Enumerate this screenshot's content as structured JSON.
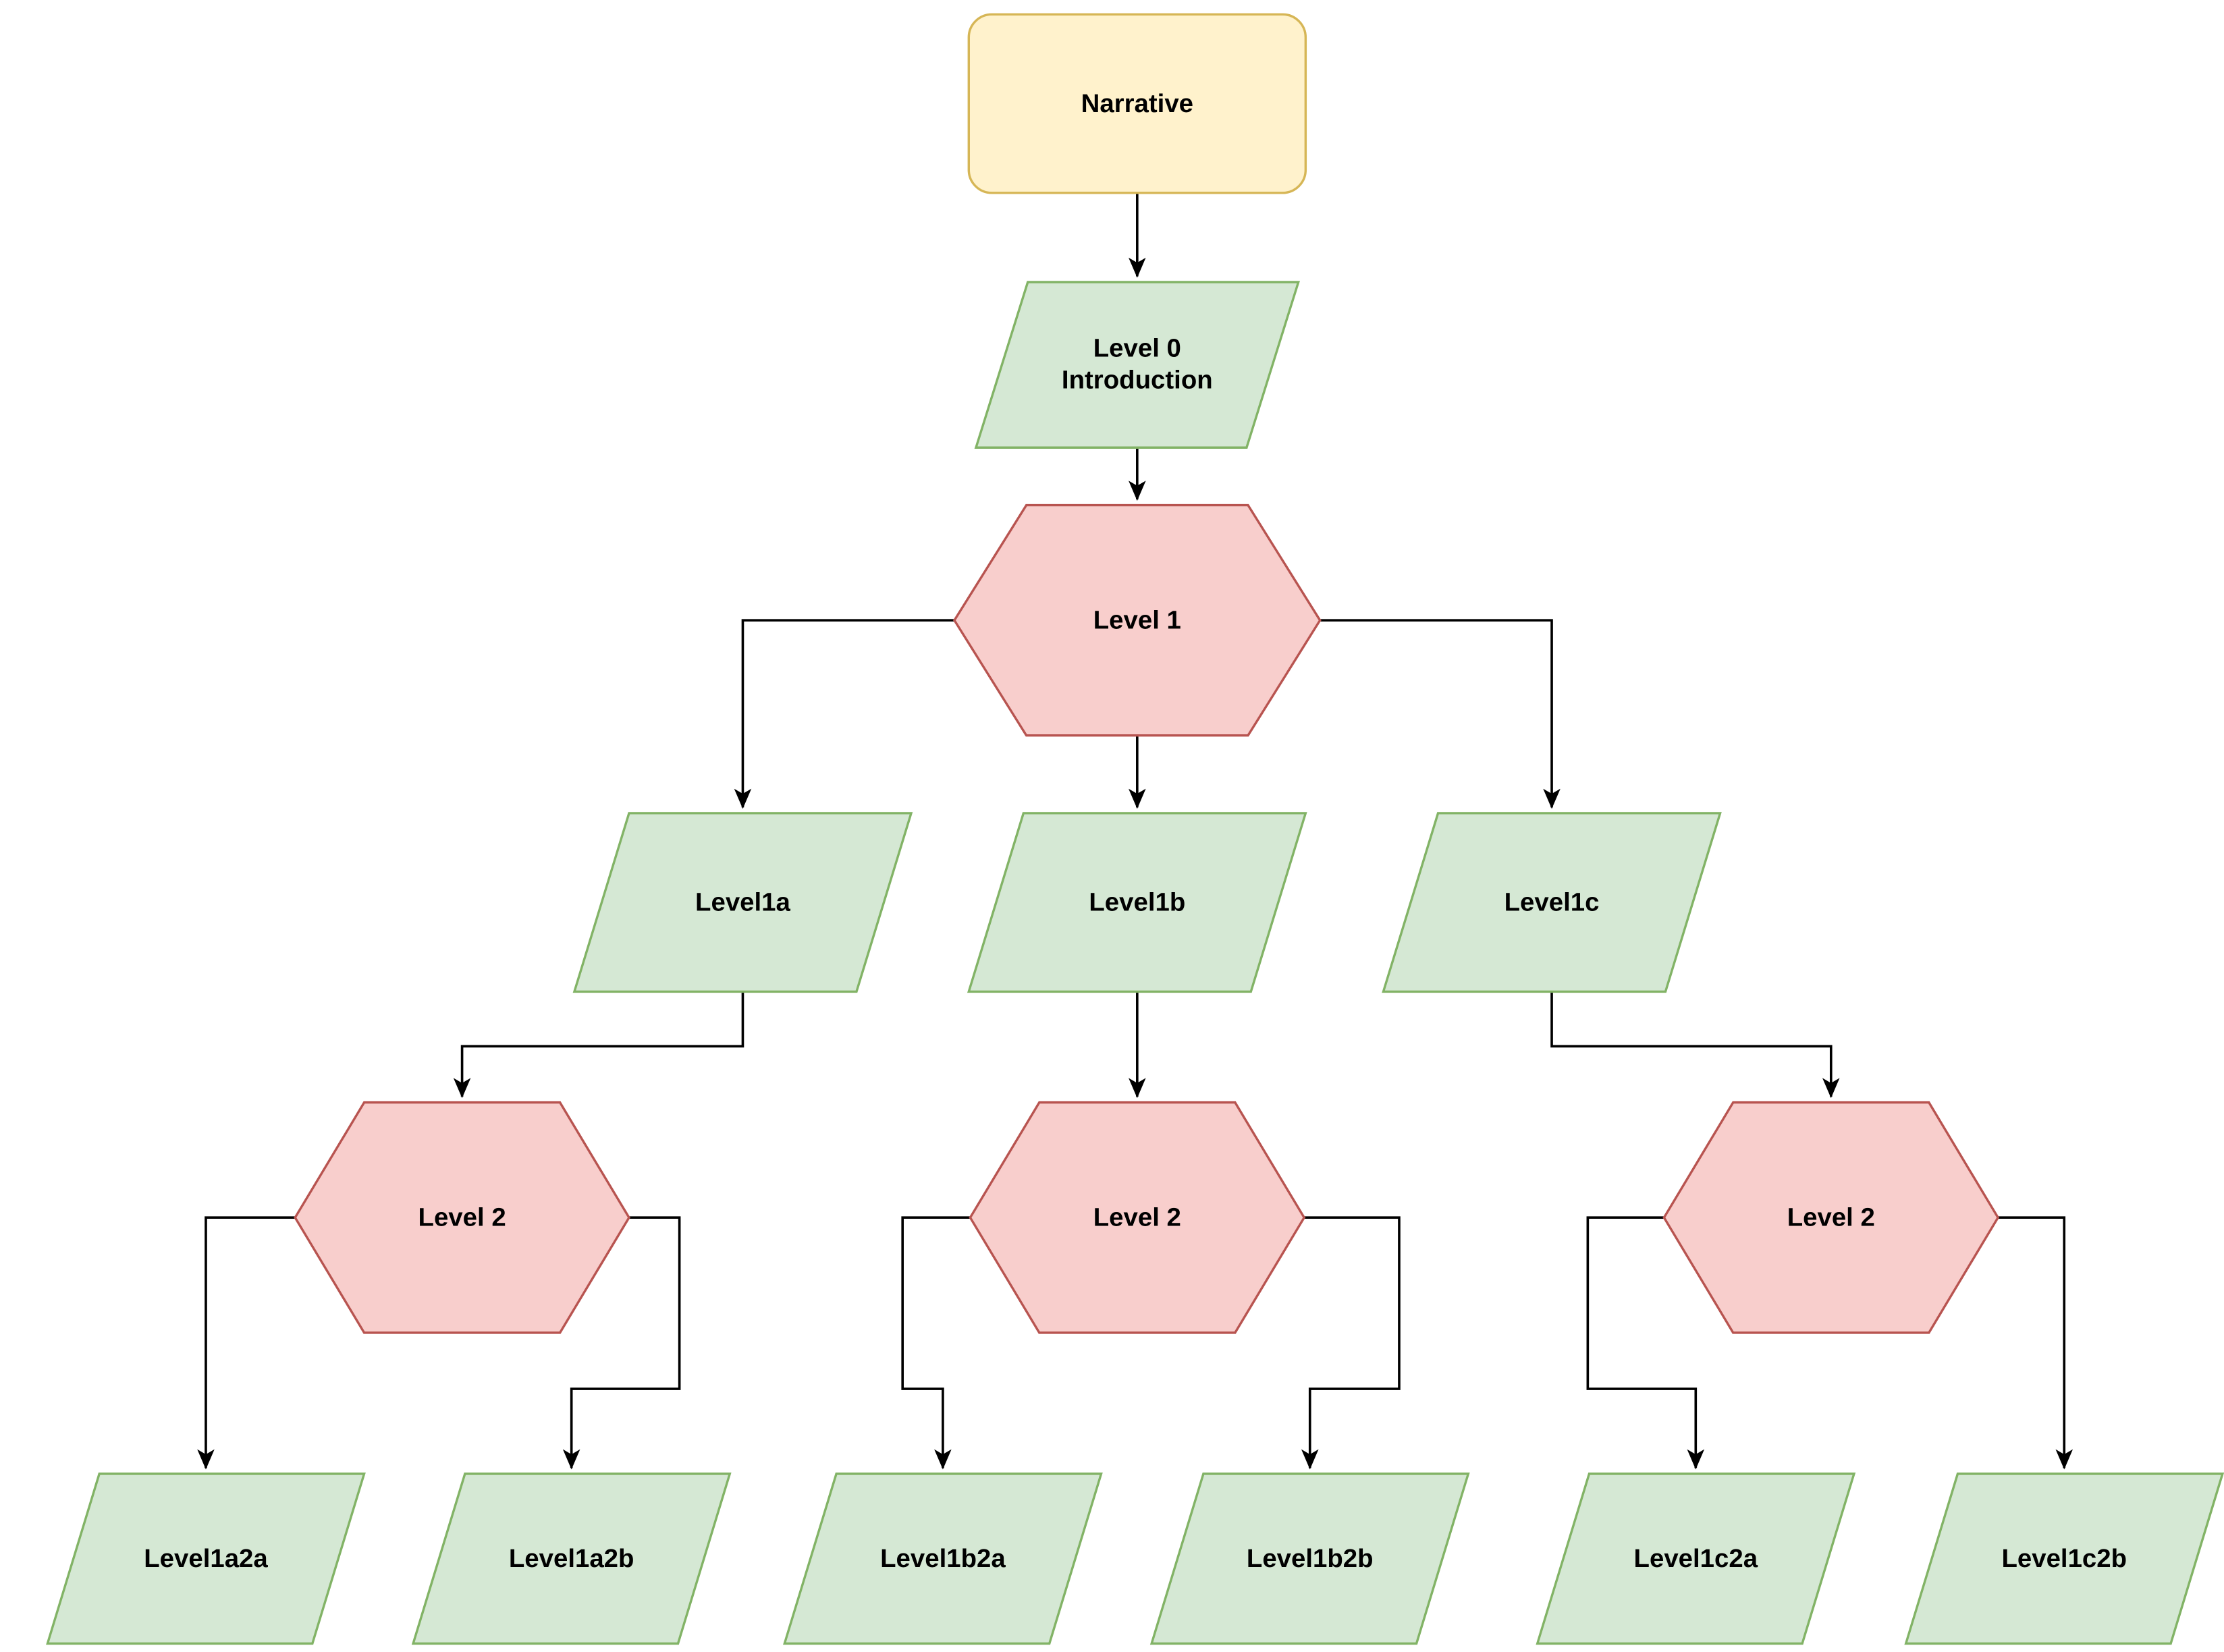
{
  "palette": {
    "yellow_fill": "#FFF2CC",
    "yellow_stroke": "#D6B656",
    "green_fill": "#D5E8D4",
    "green_stroke": "#82B366",
    "red_fill": "#F8CECC",
    "red_stroke": "#B85450",
    "edge_color": "#000000",
    "text_color": "#000000",
    "background": "#FFFFFF"
  },
  "nodes": {
    "narrative": {
      "label": "Narrative",
      "shape": "rounded-rectangle",
      "color": "yellow"
    },
    "level0": {
      "label": "Level 0 Introduction",
      "line1": "Level 0",
      "line2": "Introduction",
      "shape": "parallelogram",
      "color": "green"
    },
    "level1": {
      "label": "Level 1",
      "shape": "hexagon",
      "color": "red"
    },
    "level1a": {
      "label": "Level1a",
      "shape": "parallelogram",
      "color": "green"
    },
    "level1b": {
      "label": "Level1b",
      "shape": "parallelogram",
      "color": "green"
    },
    "level1c": {
      "label": "Level1c",
      "shape": "parallelogram",
      "color": "green"
    },
    "level2a": {
      "label": "Level 2",
      "shape": "hexagon",
      "color": "red"
    },
    "level2b": {
      "label": "Level 2",
      "shape": "hexagon",
      "color": "red"
    },
    "level2c": {
      "label": "Level 2",
      "shape": "hexagon",
      "color": "red"
    },
    "level1a2a": {
      "label": "Level1a2a",
      "shape": "parallelogram",
      "color": "green"
    },
    "level1a2b": {
      "label": "Level1a2b",
      "shape": "parallelogram",
      "color": "green"
    },
    "level1b2a": {
      "label": "Level1b2a",
      "shape": "parallelogram",
      "color": "green"
    },
    "level1b2b": {
      "label": "Level1b2b",
      "shape": "parallelogram",
      "color": "green"
    },
    "level1c2a": {
      "label": "Level1c2a",
      "shape": "parallelogram",
      "color": "green"
    },
    "level1c2b": {
      "label": "Level1c2b",
      "shape": "parallelogram",
      "color": "green"
    }
  },
  "edges": [
    {
      "from": "narrative",
      "to": "level0",
      "style": "orthogonal-arrow"
    },
    {
      "from": "level0",
      "to": "level1",
      "style": "orthogonal-arrow"
    },
    {
      "from": "level1",
      "to": "level1a",
      "style": "orthogonal-arrow"
    },
    {
      "from": "level1",
      "to": "level1b",
      "style": "orthogonal-arrow"
    },
    {
      "from": "level1",
      "to": "level1c",
      "style": "orthogonal-arrow"
    },
    {
      "from": "level1a",
      "to": "level2a",
      "style": "orthogonal-arrow"
    },
    {
      "from": "level1b",
      "to": "level2b",
      "style": "orthogonal-arrow"
    },
    {
      "from": "level1c",
      "to": "level2c",
      "style": "orthogonal-arrow"
    },
    {
      "from": "level2a",
      "to": "level1a2a",
      "style": "orthogonal-arrow"
    },
    {
      "from": "level2a",
      "to": "level1a2b",
      "style": "orthogonal-arrow"
    },
    {
      "from": "level2b",
      "to": "level1b2a",
      "style": "orthogonal-arrow"
    },
    {
      "from": "level2b",
      "to": "level1b2b",
      "style": "orthogonal-arrow"
    },
    {
      "from": "level2c",
      "to": "level1c2a",
      "style": "orthogonal-arrow"
    },
    {
      "from": "level2c",
      "to": "level1c2b",
      "style": "orthogonal-arrow"
    }
  ]
}
